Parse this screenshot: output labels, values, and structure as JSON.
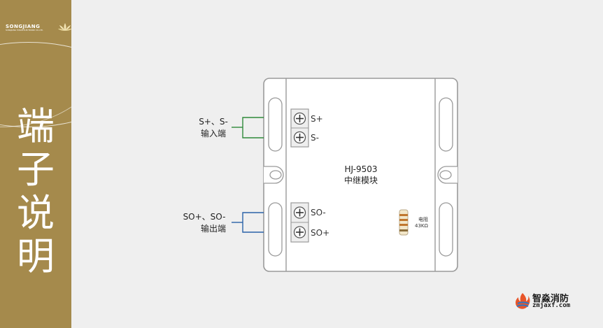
{
  "sidebar": {
    "logo_text": "SONGJIANG",
    "logo_subtext": "SONGJIANG YUNAN ELECTRONIC CO.,LTD.",
    "title_chars": [
      "端",
      "子",
      "说",
      "明"
    ]
  },
  "diagram": {
    "device_model": "HJ-9503",
    "device_name": "中继模块",
    "input_label_line1": "S+、S-",
    "input_label_line2": "输入端",
    "output_label_line1": "SO+、SO-",
    "output_label_line2": "输出端",
    "terminal_s_plus": "S+",
    "terminal_s_minus": "S-",
    "terminal_so_minus": "SO-",
    "terminal_so_plus": "SO+",
    "resistor_label_line1": "电阻",
    "resistor_label_line2": "43KΩ"
  },
  "brand": {
    "name": "智淼消防",
    "url": "zmjaxf.com"
  },
  "colors": {
    "sidebar_bg": "#a58a4c",
    "input_wire": "#2f8a3a",
    "output_wire": "#2a62a8",
    "outline": "#9a9a9a"
  }
}
